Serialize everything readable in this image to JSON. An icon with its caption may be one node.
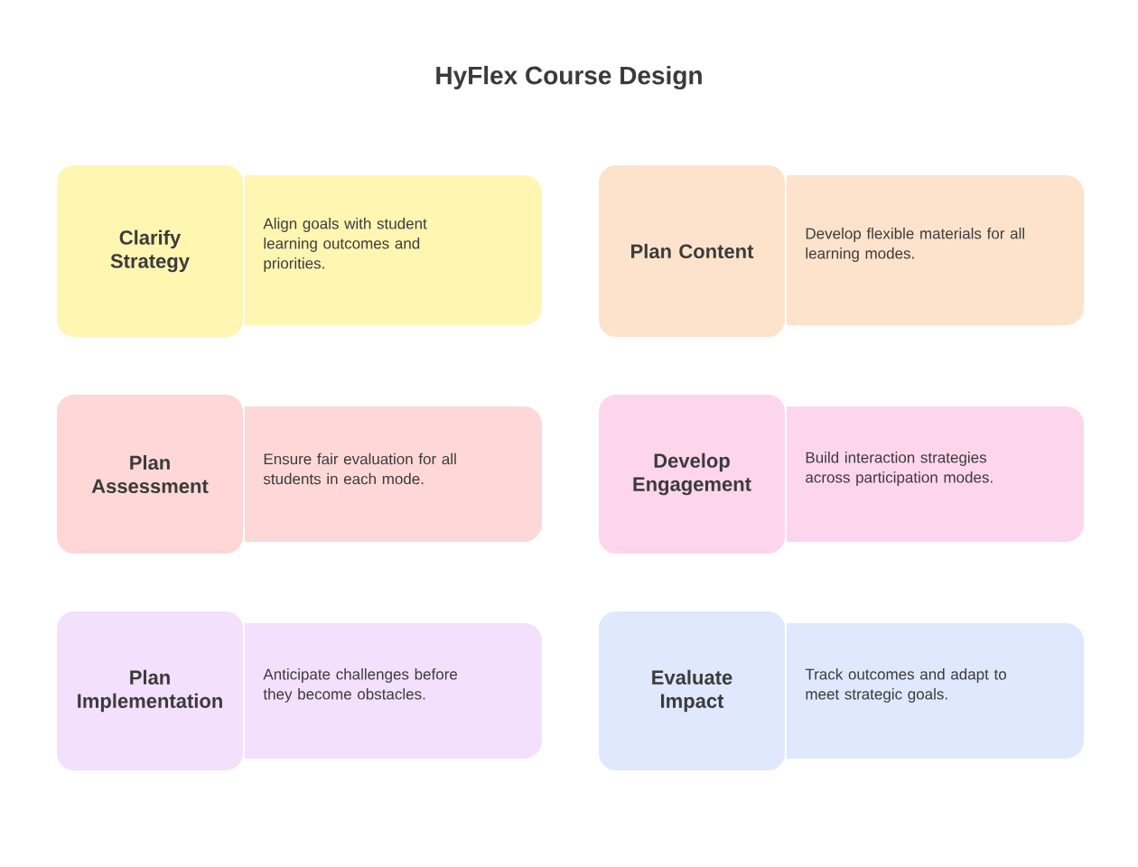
{
  "diagram": {
    "title": "HyFlex Course Design",
    "nodes": [
      {
        "text": [
          "Clarify Strategy"
        ]
      },
      {
        "text": [
          "Align goals with student learning outcomes and priorities."
        ]
      },
      {
        "text": [
          "Plan Content"
        ]
      },
      {
        "text": [
          "Develop flexible materials for all learning modes."
        ]
      },
      {
        "text": [
          "Plan Assessment"
        ]
      },
      {
        "text": [
          "Ensure fair evaluation for all students in each mode."
        ]
      },
      {
        "text": [
          "Develop Engagement"
        ]
      },
      {
        "text": [
          "Build interaction strategies across participation modes."
        ]
      },
      {
        "text": [
          "Plan Implementation"
        ]
      },
      {
        "text": [
          "Anticipate challenges before they become obstacles."
        ]
      },
      {
        "text": [
          "Evaluate Impact"
        ]
      },
      {
        "text": [
          "Track outcomes and adapt to meet strategic goals."
        ]
      }
    ]
  }
}
